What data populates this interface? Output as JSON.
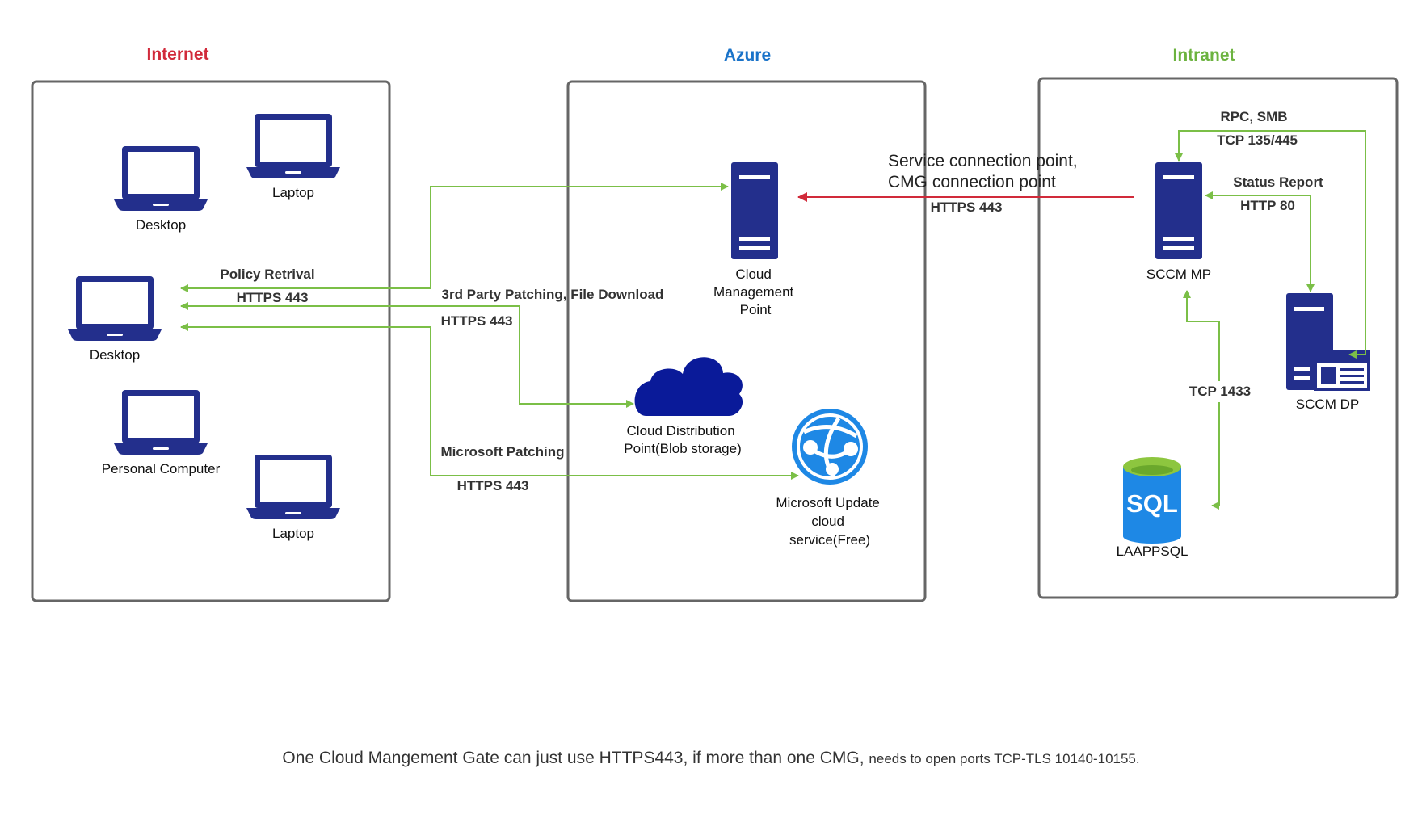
{
  "colors": {
    "internet": "#d12a3a",
    "azure": "#1a73c9",
    "intranet": "#6cb33f",
    "navy": "#232f8c",
    "cloud": "#0a1a99",
    "globe": "#1e88e5",
    "sql_top": "#8dc63f",
    "sql_body": "#1e88e5",
    "flow_green": "#7bbf47",
    "flow_red": "#d12a3a",
    "box_border": "#666666",
    "text": "#111111"
  },
  "zones": {
    "internet": "Internet",
    "azure": "Azure",
    "intranet": "Intranet"
  },
  "devices": {
    "desktop_top": "Desktop",
    "laptop_top": "Laptop",
    "desktop_mid": "Desktop",
    "personal_computer": "Personal Computer",
    "laptop_bottom": "Laptop"
  },
  "azure_nodes": {
    "cmp": [
      "Cloud",
      "Management",
      "Point"
    ],
    "cdp": [
      "Cloud Distribution",
      "Point(Blob storage)"
    ],
    "mu": [
      "Microsoft Update",
      "cloud",
      "service(Free)"
    ]
  },
  "intranet_nodes": {
    "mp": "SCCM MP",
    "dp": "SCCM DP",
    "sql": "LAAPPSQL",
    "sql_icon_text": "SQL"
  },
  "flows": {
    "policy_title": "Policy Retrival",
    "policy_port": "HTTPS 443",
    "third_party_title": "3rd Party Patching, File Download",
    "third_party_port": "HTTPS 443",
    "ms_patch_title": "Microsoft Patching",
    "ms_patch_port": "HTTPS 443",
    "scp_line1": "Service connection point,",
    "scp_line2": "CMG connection point",
    "scp_port": "HTTPS 443",
    "rpc_title": "RPC, SMB",
    "rpc_port": "TCP 135/445",
    "status_title": "Status Report",
    "status_port": "HTTP 80",
    "sql_port": "TCP 1433"
  },
  "footer": {
    "part1": "One Cloud Mangement Gate can just use HTTPS443, if more than one CMG, ",
    "part2": "needs to open ports TCP-TLS 10140-10155."
  }
}
